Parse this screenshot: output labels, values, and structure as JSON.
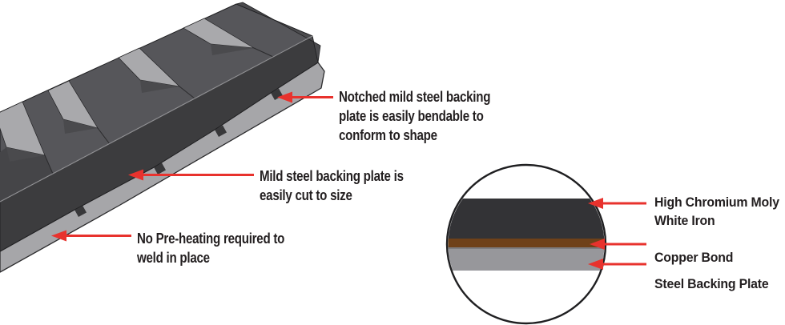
{
  "colors": {
    "red": "#e8322d",
    "ink": "#231f20",
    "outline": "#1f1f21",
    "deck": "#56565a",
    "deck_shadow": "#4a4a4d",
    "front": "#3c3c3e",
    "plate": "#a6a6a9",
    "plate_outline": "#2b2b2d",
    "valley": "#a9a9ac",
    "chamfer": "#454548",
    "facet": "#4b4b4e",
    "notch": "#38383a",
    "edge_highlight": "#9d9da0",
    "cs_dark": "#333336",
    "cs_copper": "#6f4119",
    "cs_bond": "#7d7d81",
    "cs_gray": "#97979b"
  },
  "labels": {
    "notched": {
      "l1": "Notched mild steel backing",
      "l2": "plate is easily bendable to",
      "l3": "conform to shape"
    },
    "cut": {
      "l1": "Mild steel backing plate is",
      "l2": "easily cut to size"
    },
    "preheat": {
      "l1": "No Pre-heating required to",
      "l2": "weld in place"
    },
    "white_iron": {
      "l1": "High Chromium Moly",
      "l2": "White Iron"
    },
    "copper_bond": {
      "l1": "Copper Bond"
    },
    "steel_backing": {
      "l1": "Steel Backing Plate"
    }
  }
}
